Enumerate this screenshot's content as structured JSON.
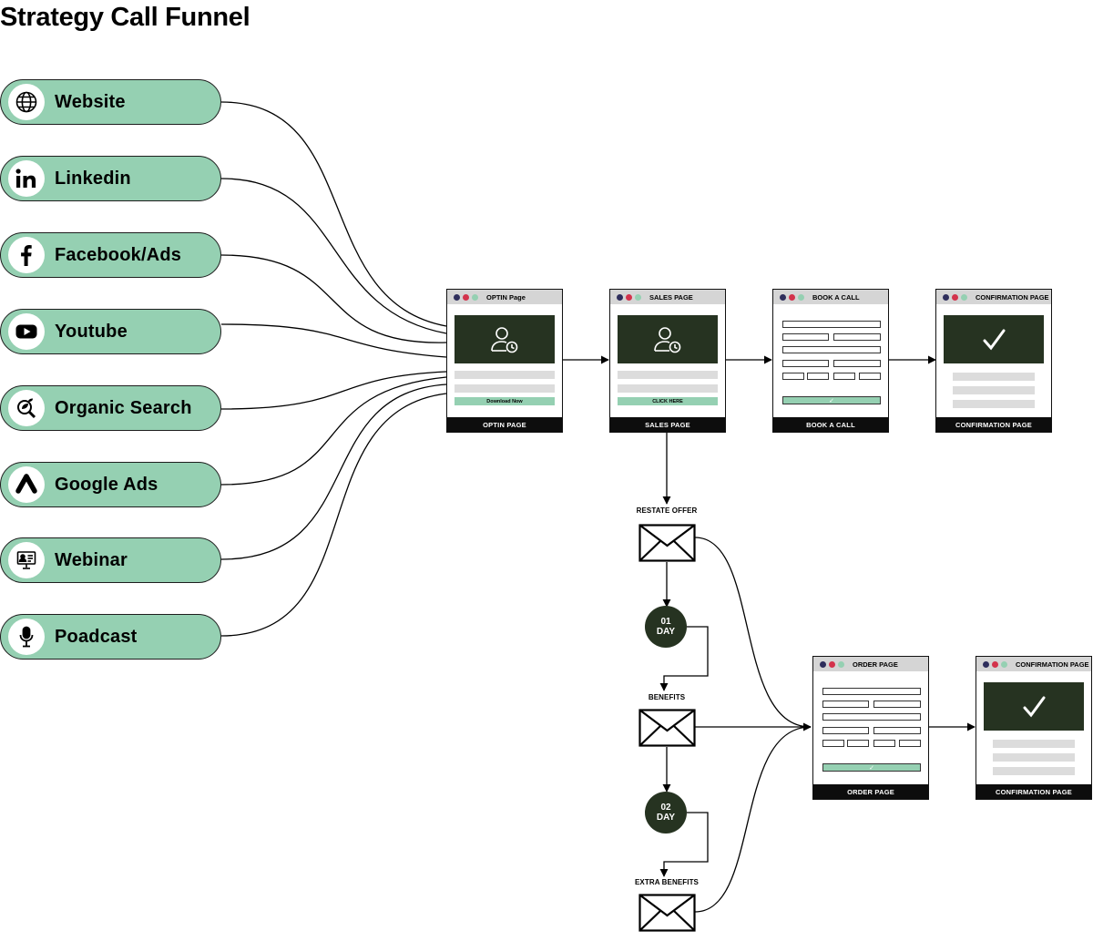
{
  "title": "Strategy Call Funnel",
  "sources": [
    {
      "label": "Website",
      "icon": "globe-icon"
    },
    {
      "label": "Linkedin",
      "icon": "linkedin-icon"
    },
    {
      "label": "Facebook/Ads",
      "icon": "facebook-icon"
    },
    {
      "label": "Youtube",
      "icon": "youtube-icon"
    },
    {
      "label": "Organic Search",
      "icon": "search-leaf-icon"
    },
    {
      "label": "Google Ads",
      "icon": "google-ads-icon"
    },
    {
      "label": "Webinar",
      "icon": "webinar-icon"
    },
    {
      "label": "Poadcast",
      "icon": "microphone-icon"
    }
  ],
  "pages": {
    "optin": {
      "header": "OPTIN Page",
      "footer": "OPTIN PAGE",
      "button": "Download Now"
    },
    "sales": {
      "header": "SALES PAGE",
      "footer": "SALES PAGE",
      "button": "CLICK HERE"
    },
    "book": {
      "header": "BOOK A CALL",
      "footer": "BOOK A CALL",
      "button": "✓"
    },
    "confirm1": {
      "header": "CONFIRMATION PAGE",
      "footer": "CONFIRMATION PAGE",
      "check": "✓"
    },
    "order": {
      "header": "ORDER PAGE",
      "footer": "ORDER PAGE",
      "button": "✓"
    },
    "confirm2": {
      "header": "CONFIRMATION PAGE",
      "footer": "CONFIRMATION PAGE",
      "check": "✓"
    }
  },
  "emails": {
    "restate": "RESTATE OFFER",
    "benefits": "BENEFITS",
    "extra": "EXTRA BENEFITS"
  },
  "days": {
    "d1": {
      "num": "01",
      "unit": "DAY"
    },
    "d2": {
      "num": "02",
      "unit": "DAY"
    }
  },
  "colors": {
    "pill": "#95d0b2",
    "hero": "#263321",
    "dot1": "#2e2e5c",
    "dot2": "#d3334c",
    "dot3": "#95d0b2"
  }
}
